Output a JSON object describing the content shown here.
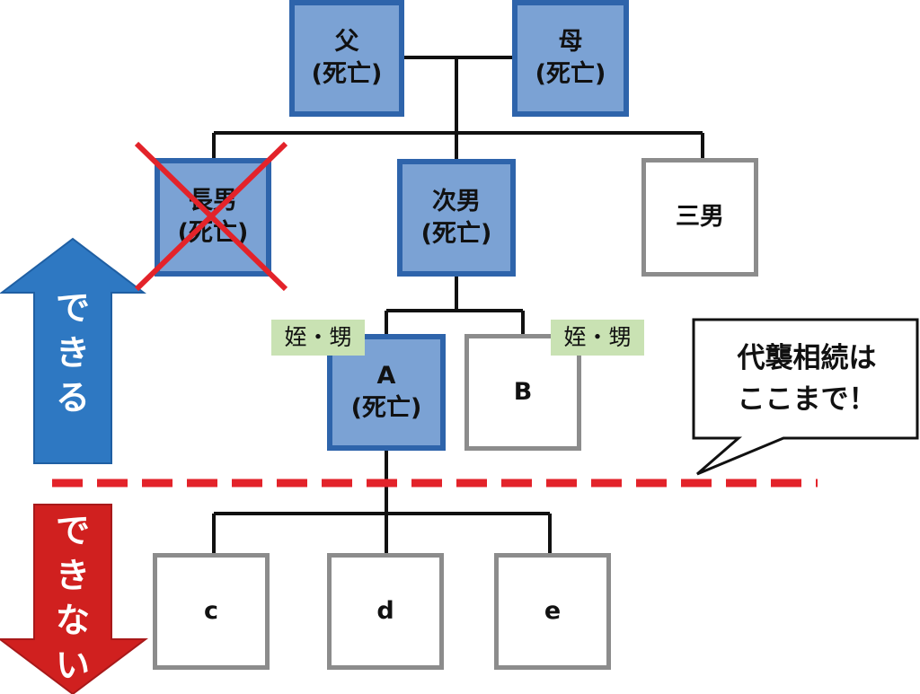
{
  "persons": {
    "father": {
      "name": "父",
      "status": "(死亡)"
    },
    "mother": {
      "name": "母",
      "status": "(死亡)"
    },
    "eldest_son": {
      "name": "長男",
      "status": "(死亡)"
    },
    "second_son": {
      "name": "次男",
      "status": "(死亡)"
    },
    "third_son": {
      "name": "三男"
    },
    "a": {
      "name": "A",
      "status": "(死亡)"
    },
    "b": {
      "name": "B"
    },
    "c": {
      "name": "c"
    },
    "d": {
      "name": "d"
    },
    "e": {
      "name": "e"
    }
  },
  "tags": {
    "nephew_niece_a": "姪・甥",
    "nephew_niece_b": "姪・甥"
  },
  "callout": {
    "line1": "代襲相続は",
    "line2": "ここまで！"
  },
  "arrows": {
    "can": [
      "で",
      "き",
      "る"
    ],
    "cannot": [
      "で",
      "き",
      "な",
      "い"
    ]
  },
  "colors": {
    "deceased_fill": "#7ba2d4",
    "deceased_border": "#2e64ab",
    "living_border": "#8c8c8c",
    "tag_fill": "#c9e2b3",
    "up_arrow": "#2e78c2",
    "down_arrow": "#d0201f",
    "cutoff_line": "#e3232a",
    "cross_mark": "#e3232a"
  }
}
